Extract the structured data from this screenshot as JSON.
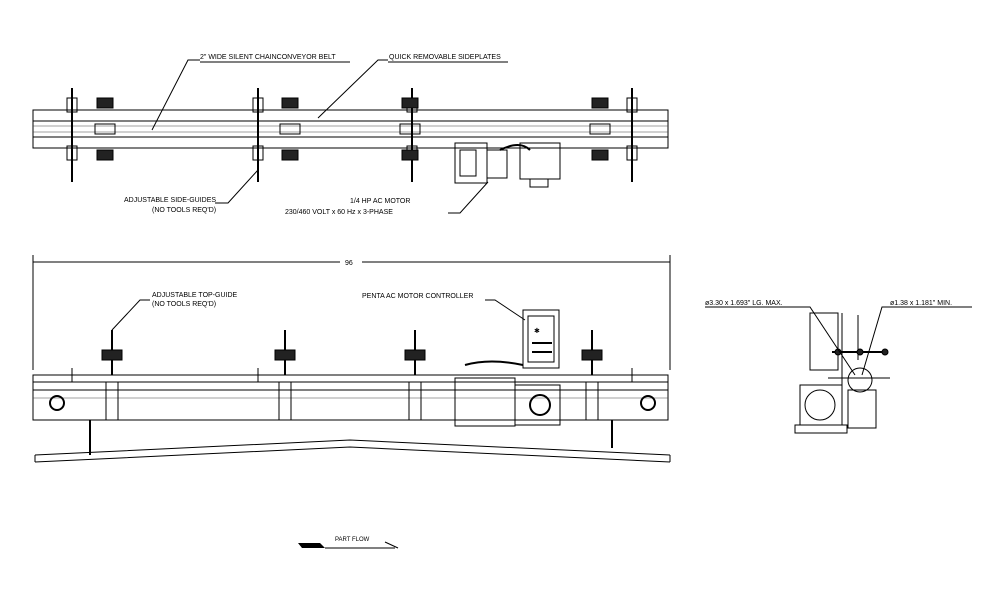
{
  "top_view": {
    "belt_label": "2\" WIDE SILENT CHAINCONVEYOR BELT",
    "sideplates_label": "QUICK REMOVABLE SIDEPLATES",
    "side_guides_label_1": "ADJUSTABLE SIDE-GUIDES",
    "side_guides_label_2": "(NO TOOLS REQ'D)",
    "motor_label_1": "1/4 HP AC MOTOR",
    "motor_label_2": "230/460 VOLT x 60 Hz x 3-PHASE"
  },
  "side_view": {
    "length_dimension": "96",
    "top_guide_label_1": "ADJUSTABLE TOP-GUIDE",
    "top_guide_label_2": "(NO TOOLS REQ'D)",
    "controller_label": "PENTA AC MOTOR CONTROLLER"
  },
  "end_view": {
    "shaft_max_label": "ø3.30 x 1.693\" LG. MAX.",
    "shaft_min_label": "ø1.38 x 1.181\" MIN."
  },
  "flow": {
    "label": "PART FLOW"
  }
}
